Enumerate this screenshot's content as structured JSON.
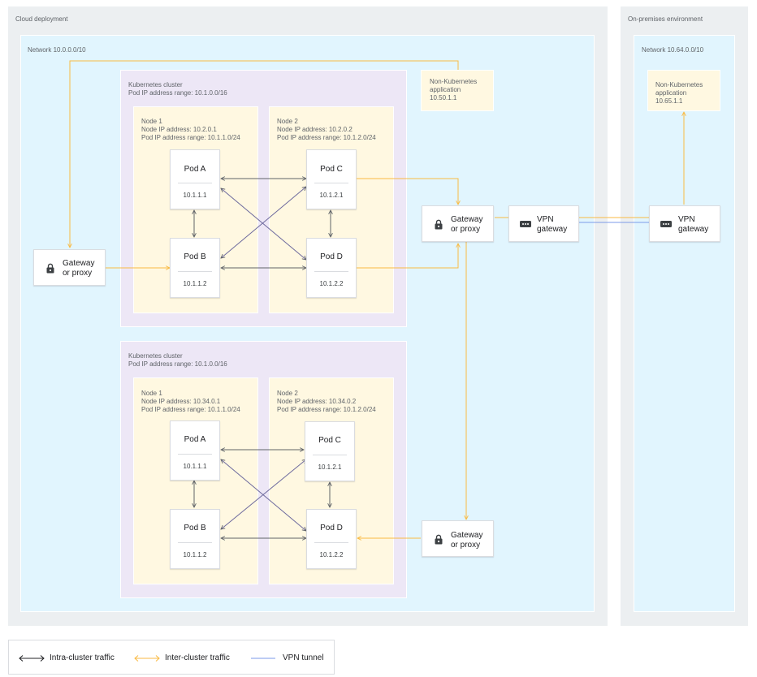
{
  "regions": {
    "cloud": "Cloud deployment",
    "onprem": "On-premises environment"
  },
  "networks": {
    "cloud": "Network 10.0.0.0/10",
    "onprem": "Network 10.64.0.0/10"
  },
  "apps": {
    "cloud": {
      "line1": "Non-Kubernetes",
      "line2": "application",
      "line3": "10.50.1.1"
    },
    "onprem": {
      "line1": "Non-Kubernetes",
      "line2": "application",
      "line3": "10.65.1.1"
    }
  },
  "clusters": [
    {
      "title": "Kubernetes cluster",
      "range": "Pod IP address range: 10.1.0.0/16",
      "nodes": [
        {
          "name": "Node 1",
          "ip": "Node IP address: 10.2.0.1",
          "range": "Pod IP address range: 10.1.1.0/24",
          "pods": [
            {
              "name": "Pod A",
              "ip": "10.1.1.1"
            },
            {
              "name": "Pod B",
              "ip": "10.1.1.2"
            }
          ]
        },
        {
          "name": "Node 2",
          "ip": "Node IP address: 10.2.0.2",
          "range": "Pod IP address range: 10.1.2.0/24",
          "pods": [
            {
              "name": "Pod C",
              "ip": "10.1.2.1"
            },
            {
              "name": "Pod D",
              "ip": "10.1.2.2"
            }
          ]
        }
      ]
    },
    {
      "title": "Kubernetes cluster",
      "range": "Pod IP address range: 10.1.0.0/16",
      "nodes": [
        {
          "name": "Node 1",
          "ip": "Node IP address: 10.34.0.1",
          "range": "Pod IP address range: 10.1.1.0/24",
          "pods": [
            {
              "name": "Pod A",
              "ip": "10.1.1.1"
            },
            {
              "name": "Pod B",
              "ip": "10.1.1.2"
            }
          ]
        },
        {
          "name": "Node 2",
          "ip": "Node IP address: 10.34.0.2",
          "range": "Pod IP address range: 10.1.2.0/24",
          "pods": [
            {
              "name": "Pod C",
              "ip": "10.1.2.1"
            },
            {
              "name": "Pod D",
              "ip": "10.1.2.2"
            }
          ]
        }
      ]
    }
  ],
  "gateways": {
    "line1": "Gateway",
    "line2": "or proxy"
  },
  "vpn": {
    "line1": "VPN",
    "line2": "gateway"
  },
  "legend": {
    "intra": "Intra-cluster traffic",
    "inter": "Inter-cluster traffic",
    "tunnel": "VPN tunnel"
  },
  "colors": {
    "intra": "#5f6368",
    "inter": "#f9ba43",
    "tunnel": "#7b9ae8",
    "cross": "#6e6a9e"
  },
  "icons": {
    "gateway": "lock-icon",
    "vpn": "vpn-dots-icon"
  }
}
